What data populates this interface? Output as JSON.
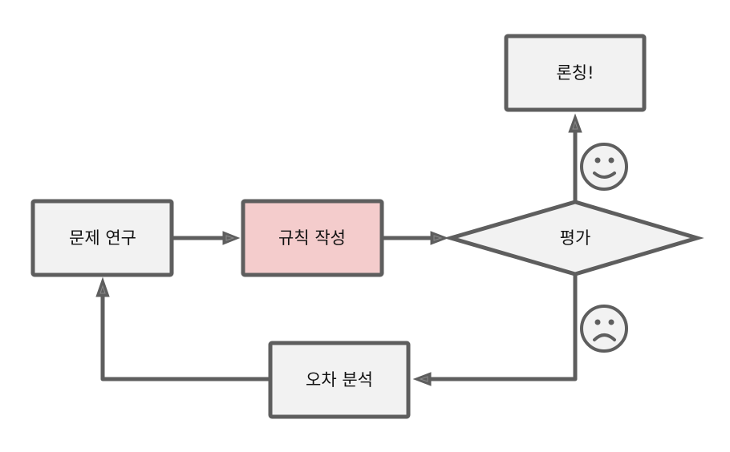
{
  "diagram": {
    "nodes": {
      "study": {
        "label": "문제 연구",
        "shape": "rectangle"
      },
      "write_rules": {
        "label": "규칙 작성",
        "shape": "rectangle",
        "highlight": "#f4cccc"
      },
      "evaluate": {
        "label": "평가",
        "shape": "diamond"
      },
      "launch": {
        "label": "론칭!",
        "shape": "rectangle"
      },
      "analyze_errors": {
        "label": "오차 분석",
        "shape": "rectangle"
      }
    },
    "edges": [
      {
        "from": "study",
        "to": "write_rules"
      },
      {
        "from": "write_rules",
        "to": "evaluate"
      },
      {
        "from": "evaluate",
        "to": "launch",
        "annotation": "smiley-face"
      },
      {
        "from": "evaluate",
        "to": "analyze_errors",
        "annotation": "frowny-face"
      },
      {
        "from": "analyze_errors",
        "to": "study"
      }
    ],
    "colors": {
      "node_fill": "#f2f2f2",
      "highlight_fill": "#f4cccc",
      "stroke": "#5e5e5e"
    }
  }
}
